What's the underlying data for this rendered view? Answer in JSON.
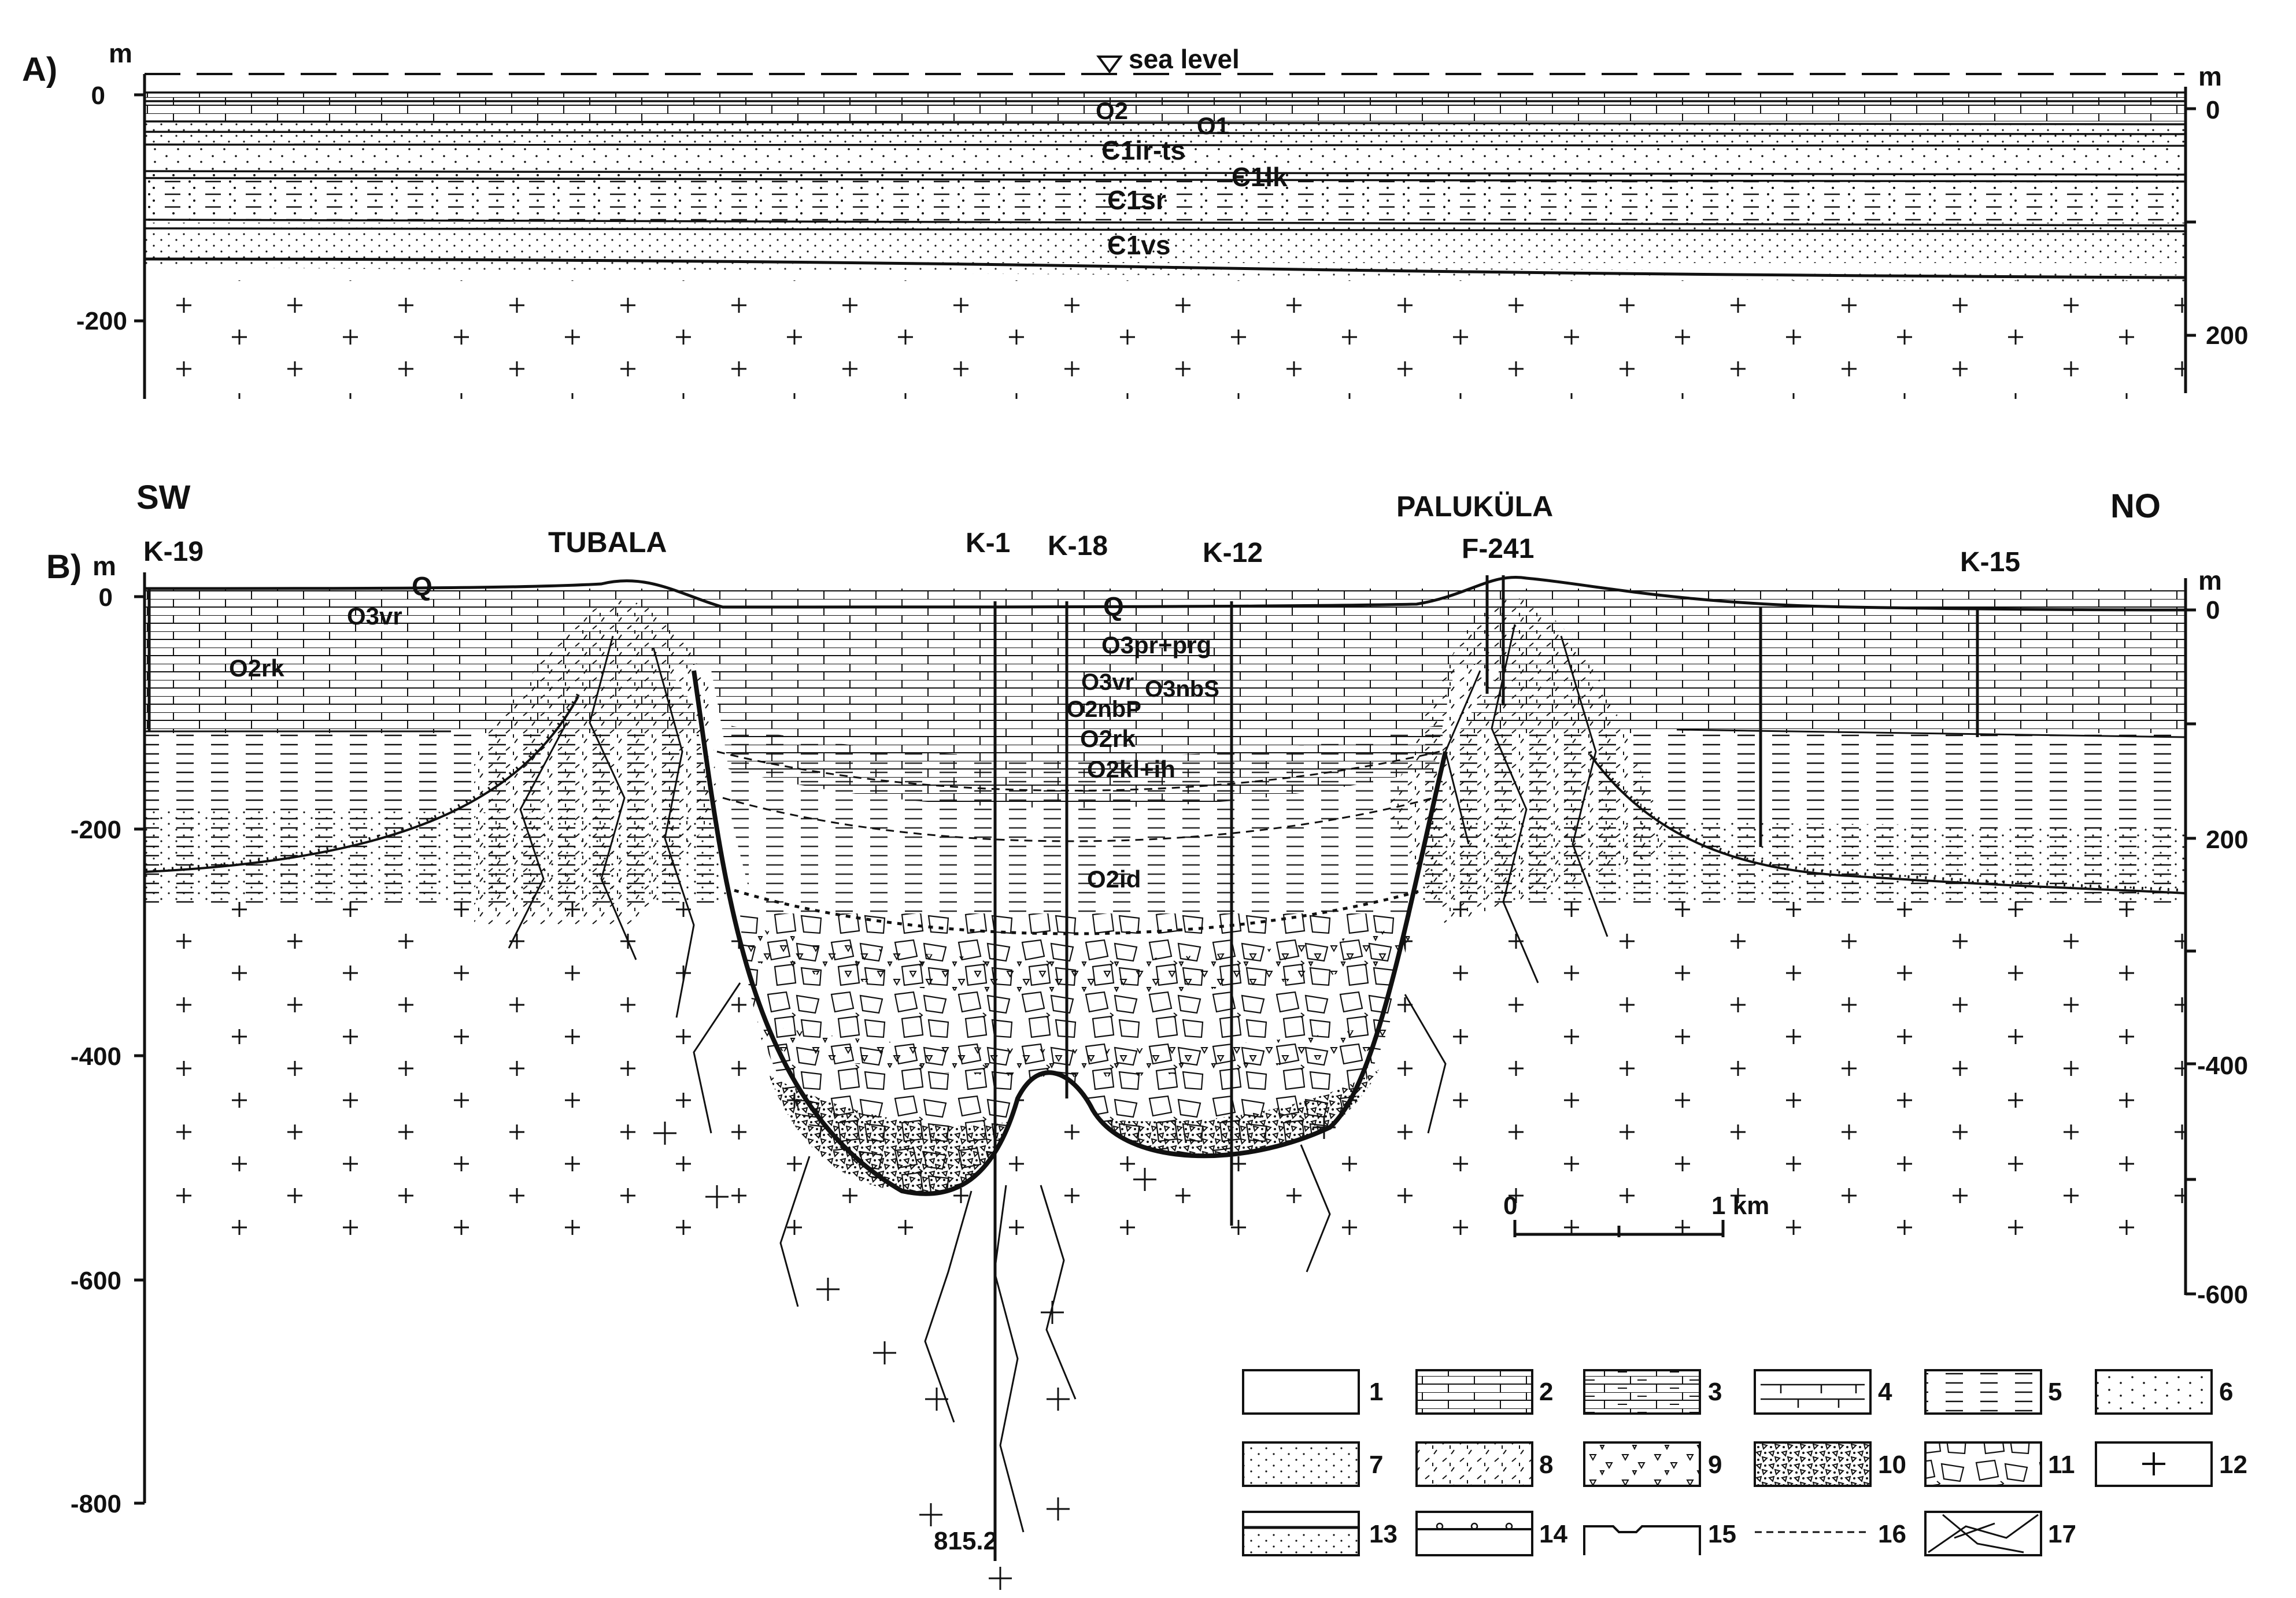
{
  "colors": {
    "ink": "#111111",
    "paper": "#ffffff"
  },
  "panel_a": {
    "letter": "A)",
    "unit_left": "m",
    "unit_right": "m",
    "sea_level": "sea level",
    "depth_ticks_left": [
      "0",
      "-200"
    ],
    "depth_ticks_right": [
      "0",
      "200"
    ],
    "units": [
      "O2",
      "O1",
      "Є1ir-ts",
      "Є1lk",
      "Є1sr",
      "Є1vs"
    ]
  },
  "panel_b": {
    "letter": "B)",
    "unit_left": "m",
    "unit_right": "m",
    "dir_left": "SW",
    "dir_right": "NO",
    "places": [
      "TUBALA",
      "PALUKÜLA"
    ],
    "wells": [
      "K-19",
      "K-1",
      "K-18",
      "K-12",
      "F-241",
      "K-15"
    ],
    "depth_ticks_left": [
      "0",
      "-200",
      "-400",
      "-600",
      "-800"
    ],
    "depth_ticks_right": [
      "0",
      "200",
      "-400",
      "-600"
    ],
    "units": [
      "Q",
      "O3vr",
      "O2rk",
      "Q",
      "O3pr+prg",
      "O3vr",
      "O3nbS",
      "O2nbP",
      "O2rk",
      "O2kl+ih",
      "O2id"
    ],
    "well_depth": "815.2"
  },
  "scale_bar": {
    "start": "0",
    "end": "1 km"
  },
  "legend": {
    "items": [
      {
        "num": "1",
        "icon": "blank-pattern"
      },
      {
        "num": "2",
        "icon": "limestone-pattern"
      },
      {
        "num": "3",
        "icon": "marly-limestone-pattern"
      },
      {
        "num": "4",
        "icon": "dolomite-pattern"
      },
      {
        "num": "5",
        "icon": "clay-pattern"
      },
      {
        "num": "6",
        "icon": "siltstone-pattern"
      },
      {
        "num": "7",
        "icon": "sandstone-pattern"
      },
      {
        "num": "8",
        "icon": "breccia-dash-pattern"
      },
      {
        "num": "9",
        "icon": "triangle-breccia-pattern"
      },
      {
        "num": "10",
        "icon": "dense-breccia-pattern"
      },
      {
        "num": "11",
        "icon": "megabreccia-pattern"
      },
      {
        "num": "12",
        "icon": "crystalline-basement-pattern"
      },
      {
        "num": "13",
        "icon": "weathered-crust-pattern"
      },
      {
        "num": "14",
        "icon": "conglomerate-line-pattern"
      },
      {
        "num": "15",
        "icon": "unconformity-line-pattern"
      },
      {
        "num": "16",
        "icon": "dashed-boundary-pattern"
      },
      {
        "num": "17",
        "icon": "fracture-pattern"
      }
    ]
  }
}
